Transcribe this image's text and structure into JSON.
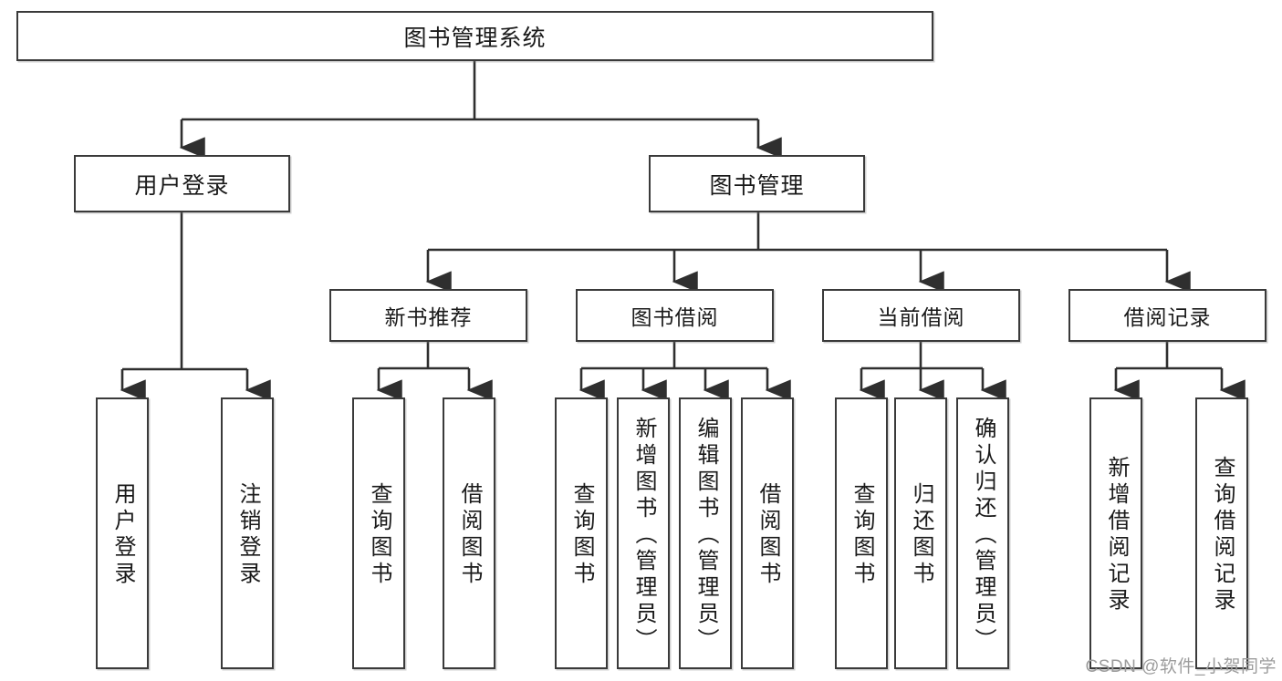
{
  "diagram": {
    "title_node": {
      "label": "图书管理系统"
    },
    "level2": [
      {
        "id": "user-login",
        "label": "用户登录"
      },
      {
        "id": "book-manage",
        "label": "图书管理"
      }
    ],
    "level3": [
      {
        "id": "new-book-recommend",
        "label": "新书推荐"
      },
      {
        "id": "book-borrow",
        "label": "图书借阅"
      },
      {
        "id": "current-borrow",
        "label": "当前借阅"
      },
      {
        "id": "borrow-record",
        "label": "借阅记录"
      }
    ],
    "leaves": [
      {
        "id": "leaf-user-login",
        "label": "用户登录"
      },
      {
        "id": "leaf-logout-login",
        "label": "注销登录"
      },
      {
        "id": "leaf-query-book-1",
        "label": "查询图书"
      },
      {
        "id": "leaf-borrow-book-1",
        "label": "借阅图书"
      },
      {
        "id": "leaf-query-book-2",
        "label": "查询图书"
      },
      {
        "id": "leaf-add-book-admin",
        "label": "新增图书（管理员）"
      },
      {
        "id": "leaf-edit-book-admin",
        "label": "编辑图书（管理员）"
      },
      {
        "id": "leaf-borrow-book-2",
        "label": "借阅图书"
      },
      {
        "id": "leaf-query-book-3",
        "label": "查询图书"
      },
      {
        "id": "leaf-return-book",
        "label": "归还图书"
      },
      {
        "id": "leaf-confirm-return-admin",
        "label": "确认归还（管理员）"
      },
      {
        "id": "leaf-add-borrow-record",
        "label": "新增借阅记录"
      },
      {
        "id": "leaf-query-borrow-record",
        "label": "查询借阅记录"
      }
    ],
    "watermark": "CSDN @软件_小贺同学",
    "colors": {
      "border": "#3a3a3a",
      "background": "#ffffff",
      "text": "#1a1a1a",
      "watermark": "#9d9d9d"
    }
  }
}
